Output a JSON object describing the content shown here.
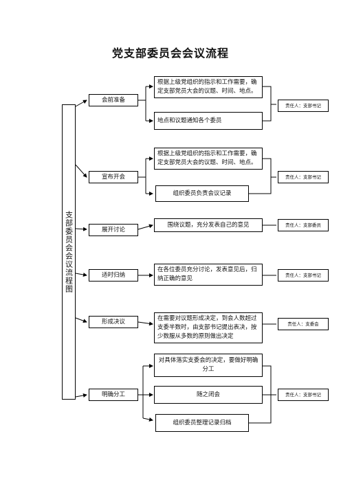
{
  "title": "党支部委员会会议流程",
  "vertical_label": "支部委员会会议流程图",
  "steps": [
    {
      "label": "会前准备",
      "tasks": [
        "根据上级党组织的指示和工作需要，确定支部党员大会的议题、时间、地点。",
        "地点和议题通知各个委员"
      ],
      "responsible": "责任人：支部书记"
    },
    {
      "label": "宣布开会",
      "tasks": [
        "根据上级党组织的指示和工作需要，确定支部党员大会的议题、时间、地点。",
        "组织委员负责会议记录"
      ],
      "responsible": "责任人：支部书记"
    },
    {
      "label": "展开讨论",
      "tasks": [
        "围绕议题，充分发表自己的意见"
      ],
      "responsible": "责任人：支部委员"
    },
    {
      "label": "适时归纳",
      "tasks": [
        "在各位委员充分讨论，发表意见后，归纳正确的意见"
      ],
      "responsible": "责任人：支部书记"
    },
    {
      "label": "形成决议",
      "tasks": [
        "在需要对议题形成决定，到会人数超过支委半数时，由支部书记提出表决，按少数服从多数的原则做出决定"
      ],
      "responsible": "责任人：支委会"
    },
    {
      "label": "明确分工",
      "tasks": [
        "对具体落实支委会的决定，要做好明确分工",
        "随之闭会",
        "组织委员整理记录归档"
      ],
      "responsible": "责任人：支部书记"
    }
  ]
}
